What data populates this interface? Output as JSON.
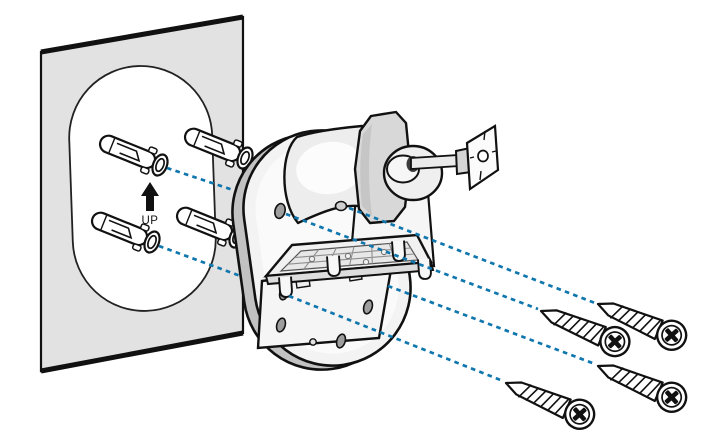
{
  "diagram": {
    "type": "wall-mount-installation-step",
    "labels": {
      "up": "UP"
    },
    "colors": {
      "background": "#ffffff",
      "wall_fill": "#e2e2e2",
      "cutout_fill": "#ffffff",
      "outline": "#111111",
      "guide_line": "#0f76ae",
      "part_light": "#f3f3f3",
      "part_mid": "#d8d8d8",
      "part_dark": "#c2c2c2",
      "arrow": "#111111"
    },
    "parts": {
      "wall_anchors": 4,
      "screws": 4,
      "guide_lines": 4,
      "base_plate_holes": 4
    }
  }
}
